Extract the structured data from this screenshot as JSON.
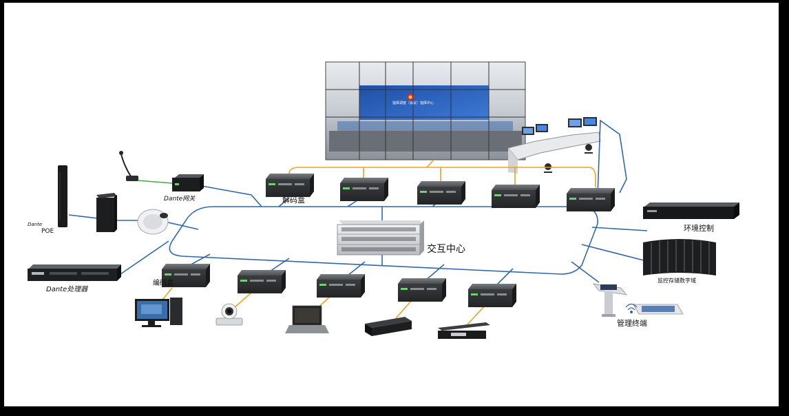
{
  "labels": {
    "decoder_box": "解码盒",
    "interaction_center": "交互中心",
    "environment_control": "环境控制",
    "monitor_storage": "监控存储数字域",
    "management_terminal": "管理终端",
    "encoder_box": "编码盒",
    "dante_gateway": "Dante网关",
    "dante_poe": "POE",
    "dante_processor": "Dante处理器",
    "dante_brand": "Dante",
    "wall_title": "指挥调度（会议）指挥中心"
  },
  "colors": {
    "network_line": "#2e67b1",
    "decoder_link": "#f0a01e",
    "encoder_link": "#f0a01e",
    "mic_link": "#3fae3a",
    "background": "#ffffff",
    "frame": "#000000"
  }
}
